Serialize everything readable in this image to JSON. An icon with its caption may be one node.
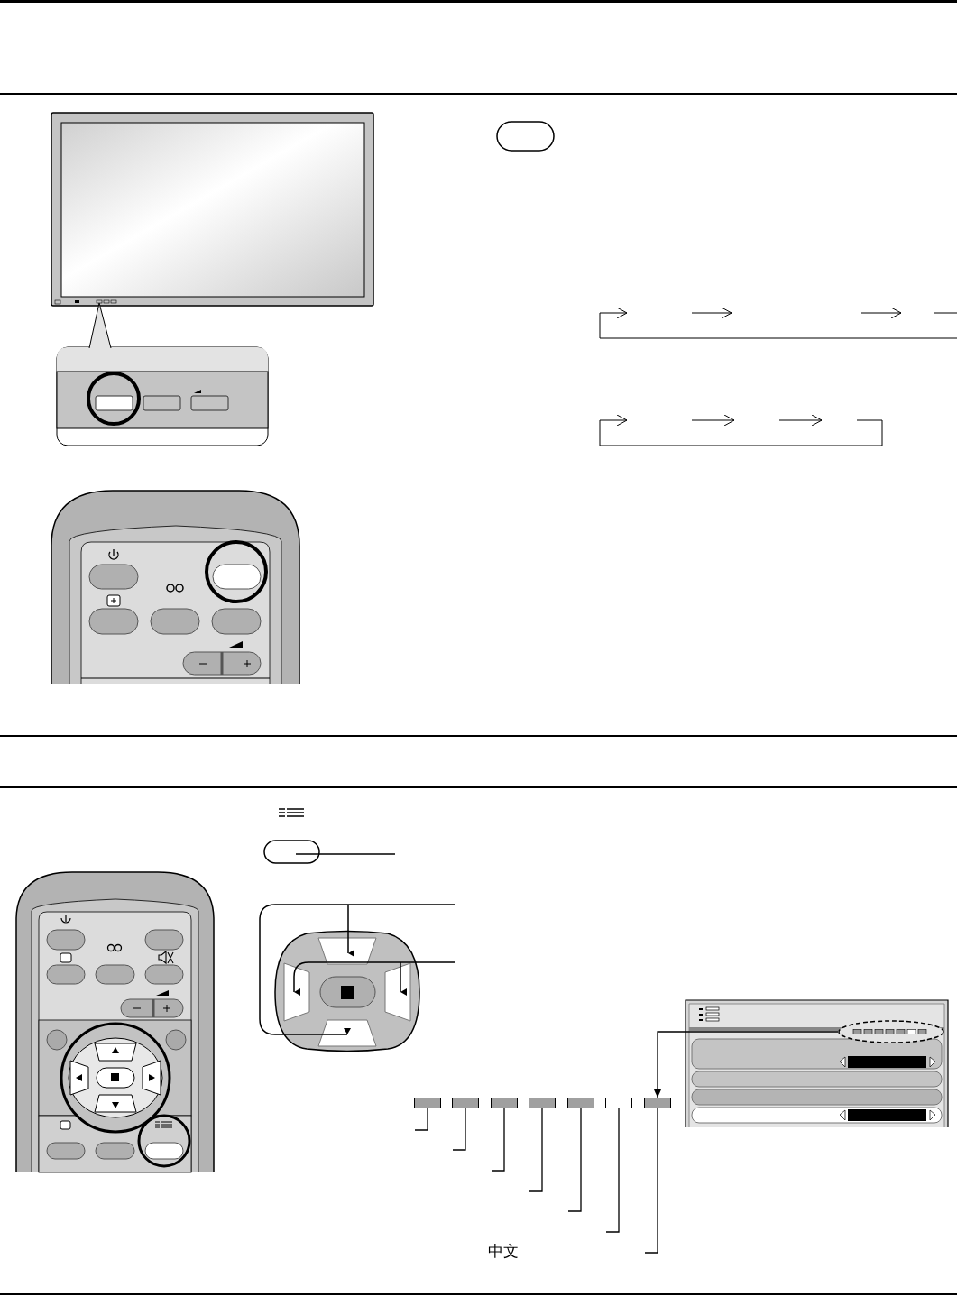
{
  "diagram": {
    "nodes": [
      {
        "text": [],
        "shape": "box"
      },
      {
        "text": [],
        "shape": "box"
      },
      {
        "text": [],
        "shape": "box"
      },
      {
        "text": [],
        "shape": "box"
      },
      {
        "text": [],
        "shape": "box"
      },
      {
        "text": [],
        "shape": "box"
      },
      {
        "text": [],
        "shape": "box"
      },
      {
        "text": [],
        "shape": "ellipse"
      }
    ],
    "edges": [
      {
        "from": 7,
        "to": 6,
        "arrow": "to"
      },
      {
        "from": 0,
        "to": null,
        "arrow": "none"
      },
      {
        "from": 1,
        "to": null,
        "arrow": "none"
      },
      {
        "from": 2,
        "to": null,
        "arrow": "none"
      },
      {
        "from": 3,
        "to": null,
        "arrow": "none"
      },
      {
        "from": 4,
        "to": null,
        "arrow": "none"
      },
      {
        "from": 5,
        "to": null,
        "arrow": "none"
      },
      {
        "from": 6,
        "to": null,
        "arrow": "none"
      }
    ],
    "labels": [
      "中文"
    ]
  }
}
